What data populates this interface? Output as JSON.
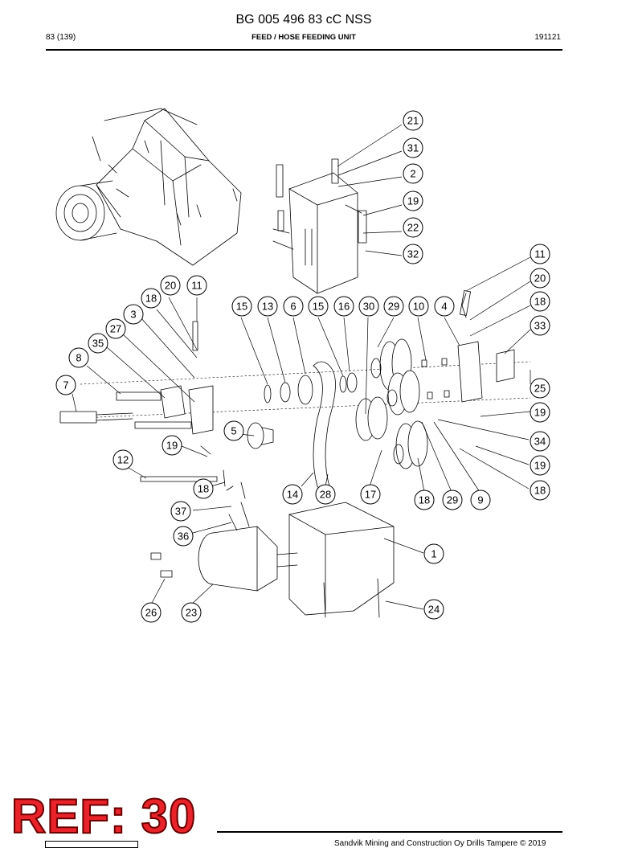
{
  "header": {
    "doc_title": "BG 005 496 83 cC NSS",
    "page": "83 (139)",
    "section": "FEED / HOSE FEEDING UNIT",
    "date": "191121"
  },
  "footer": {
    "copyright": "Sandvik Mining and Construction Oy Drills Tampere © 2019"
  },
  "stamp": {
    "text": "REF: 30",
    "color": "#e8232a"
  },
  "callouts": [
    "21",
    "31",
    "2",
    "19",
    "22",
    "32",
    "11",
    "20",
    "18",
    "33",
    "20",
    "11",
    "18",
    "3",
    "27",
    "35",
    "8",
    "7",
    "15",
    "13",
    "6",
    "15",
    "16",
    "30",
    "29",
    "10",
    "4",
    "25",
    "19",
    "34",
    "19",
    "18",
    "5",
    "19",
    "12",
    "18",
    "14",
    "28",
    "17",
    "18",
    "29",
    "9",
    "37",
    "36",
    "1",
    "26",
    "23",
    "24"
  ]
}
